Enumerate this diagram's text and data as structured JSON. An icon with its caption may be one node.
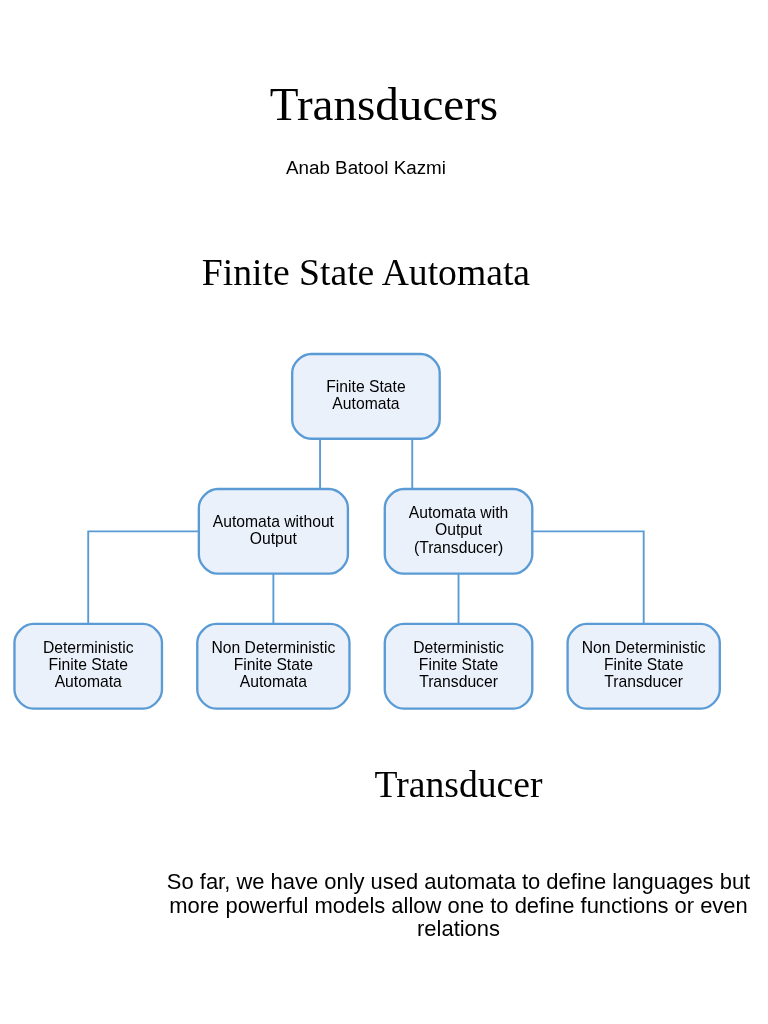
{
  "diagram": {
    "title": "Transducers",
    "nodes": [
      {
        "text": [
          "Finite State Automata"
        ]
      },
      {
        "text": [
          "Automata without Output"
        ]
      },
      {
        "text": [
          "Automata with Output (Transducer)"
        ]
      },
      {
        "text": [
          "Deterministic Finite State Automata"
        ]
      },
      {
        "text": [
          "Non Deterministic Finite State Automata"
        ]
      },
      {
        "text": [
          "Deterministic Finite State Transducer"
        ]
      },
      {
        "text": [
          "Non Deterministic Finite State Transducer"
        ]
      }
    ],
    "edges": [
      {
        "from": 0,
        "to": 1,
        "arrow": "none"
      },
      {
        "from": 0,
        "to": 2,
        "arrow": "none"
      },
      {
        "from": 1,
        "to": 3,
        "arrow": "none"
      },
      {
        "from": 1,
        "to": 4,
        "arrow": "none"
      },
      {
        "from": 2,
        "to": 5,
        "arrow": "none"
      },
      {
        "from": 2,
        "to": 6,
        "arrow": "none"
      }
    ],
    "labels": [
      "Anab Batool Kazmi",
      "Finite State Automata",
      "Transducer",
      "So far, we have only used automata to define languages but more powerful models allow one to define functions or even relations"
    ]
  }
}
